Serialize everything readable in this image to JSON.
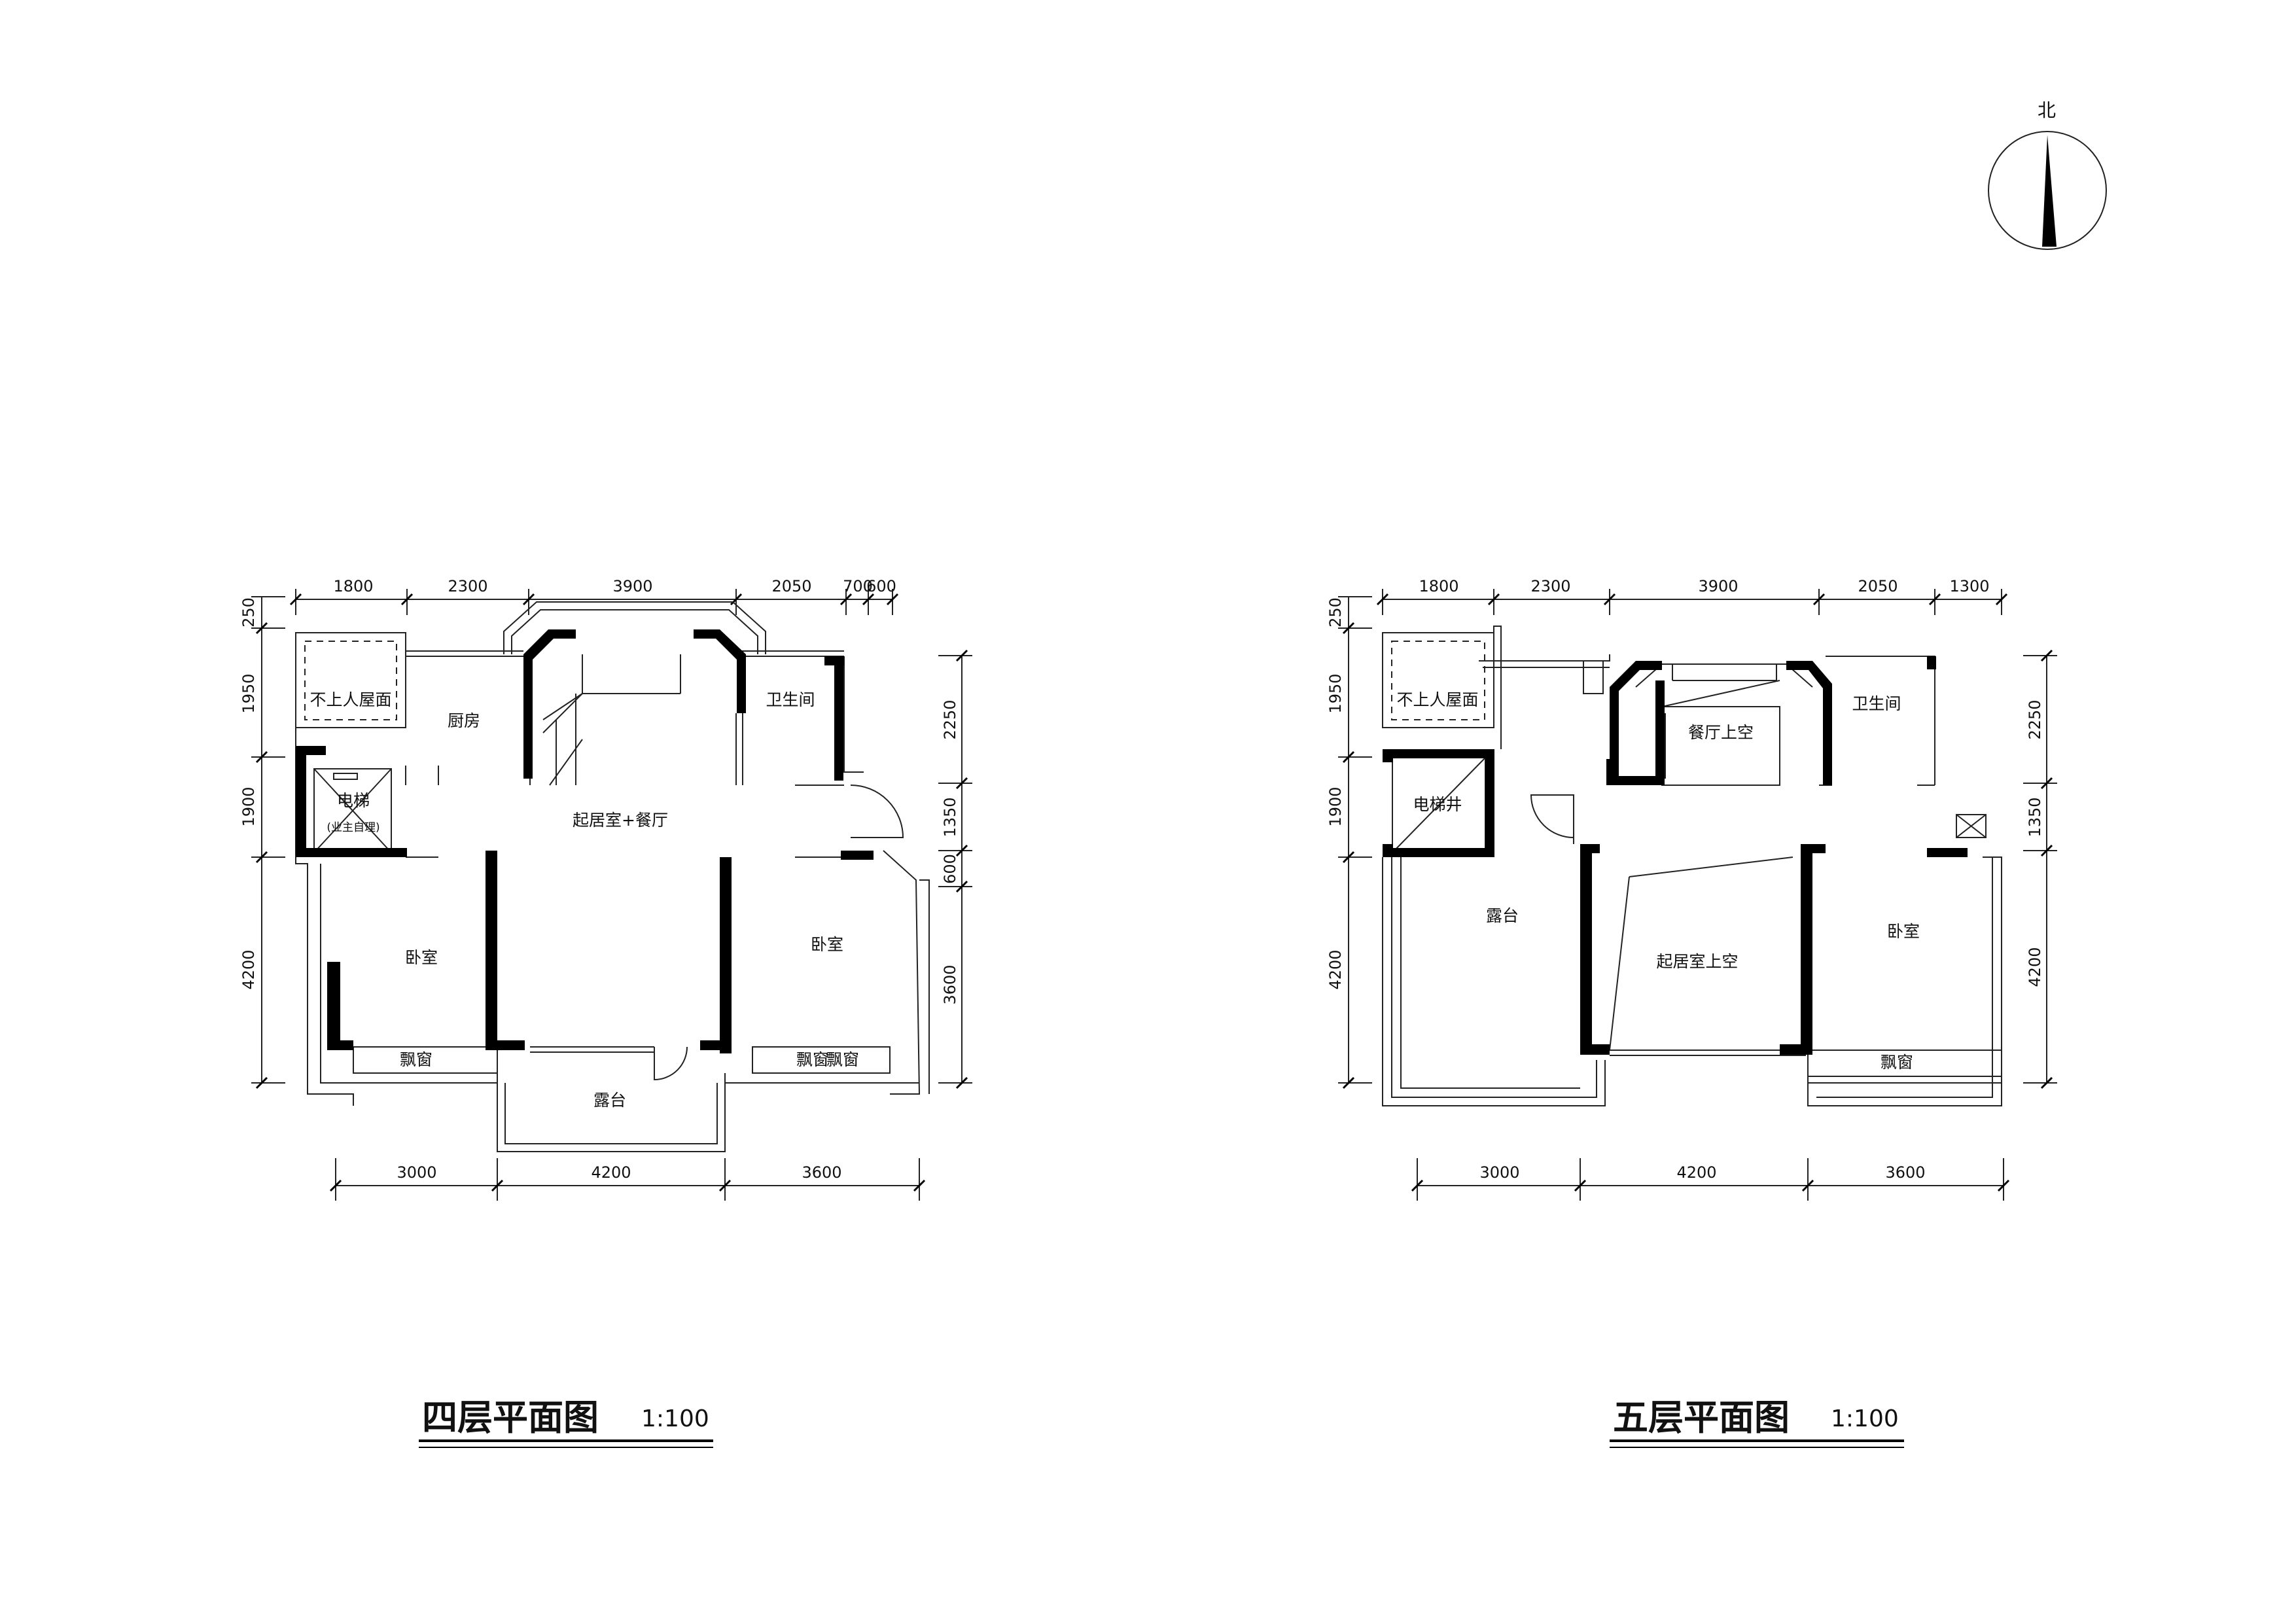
{
  "compass": {
    "label": "北"
  },
  "plan4": {
    "title": "四层平面图",
    "scale": "1:100",
    "dims_top": [
      "1800",
      "2300",
      "3900",
      "2050",
      "700",
      "600"
    ],
    "dims_left": [
      "250",
      "1950",
      "1900",
      "4200"
    ],
    "dims_right": [
      "2250",
      "1350",
      "600",
      "3600"
    ],
    "dims_bottom": [
      "3000",
      "4200",
      "3600"
    ],
    "rooms": {
      "roof": "不上人屋面",
      "kitchen": "厨房",
      "bath": "卫生间",
      "elevator": "电梯",
      "elevator_sub": "(业主自理)",
      "living": "起居室+餐厅",
      "bedroom_left": "卧室",
      "bedroom_right": "卧室",
      "bay_left": "飘窗",
      "bay_right_a": "飘窗",
      "bay_right_b": "飘窗",
      "terrace": "露台"
    }
  },
  "plan5": {
    "title": "五层平面图",
    "scale": "1:100",
    "dims_top": [
      "1800",
      "2300",
      "3900",
      "2050",
      "1300"
    ],
    "dims_left": [
      "250",
      "1950",
      "1900",
      "4200"
    ],
    "dims_right": [
      "2250",
      "1350",
      "4200"
    ],
    "dims_bottom": [
      "3000",
      "4200",
      "3600"
    ],
    "rooms": {
      "roof": "不上人屋面",
      "elevator_shaft": "电梯井",
      "dining_void": "餐厅上空",
      "bath": "卫生间",
      "terrace": "露台",
      "living_void": "起居室上空",
      "bedroom": "卧室",
      "bay": "飘窗"
    }
  }
}
